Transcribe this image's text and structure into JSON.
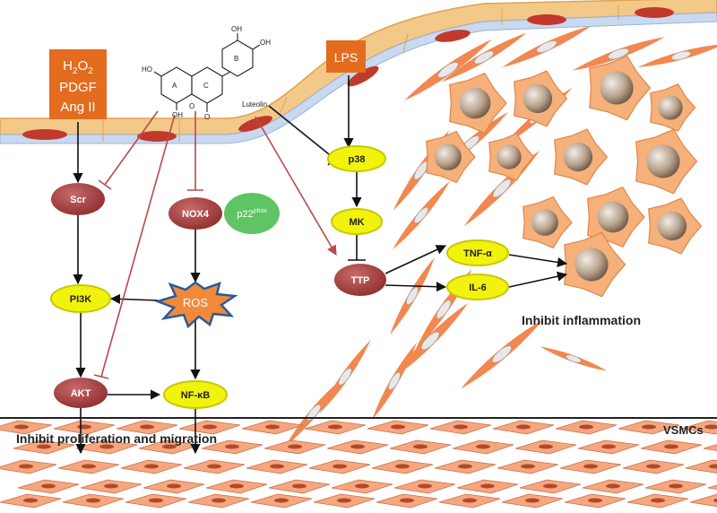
{
  "stimuli_box": {
    "line1_main": "H",
    "line1_sub1": "2",
    "line1_mid": "O",
    "line1_sub2": "2",
    "line2": "PDGF",
    "line3": "Ang II"
  },
  "lps_box": "LPS",
  "compound_label": "Luteolin",
  "ring_labels": [
    "A",
    "C",
    "B"
  ],
  "molecule_atoms": [
    "HO",
    "OH",
    "OH",
    "OH",
    "O",
    "O"
  ],
  "nodes": {
    "scr": "Scr",
    "nox4": "NOX4",
    "p22_main": "p22",
    "p22_sup": "phox",
    "pi3k": "PI3K",
    "ros": "ROS",
    "akt": "AKT",
    "nfkb": "NF-κB",
    "p38": "p38",
    "mk": "MK",
    "ttp": "TTP",
    "tnfa": "TNF-α",
    "il6": "IL-6"
  },
  "captions": {
    "inflammation": "Inhibit inflammation",
    "proliferation": "Inhibit proliferation and migration",
    "vsmcs": "VSMCs"
  },
  "colors": {
    "orange_box": "#E36C1F",
    "yellow_node": "#F2F20F",
    "yellow_border": "#C8C800",
    "red_node": "#A23A3A",
    "green_node": "#5FC463",
    "ros_fill": "#F08A3A",
    "ros_border": "#2C5A9A",
    "inhibit_line": "#B84A4A",
    "endo_fill": "#F3C98A",
    "cell_orange": "#F2874F",
    "nucleus": "#C9B8A5"
  }
}
